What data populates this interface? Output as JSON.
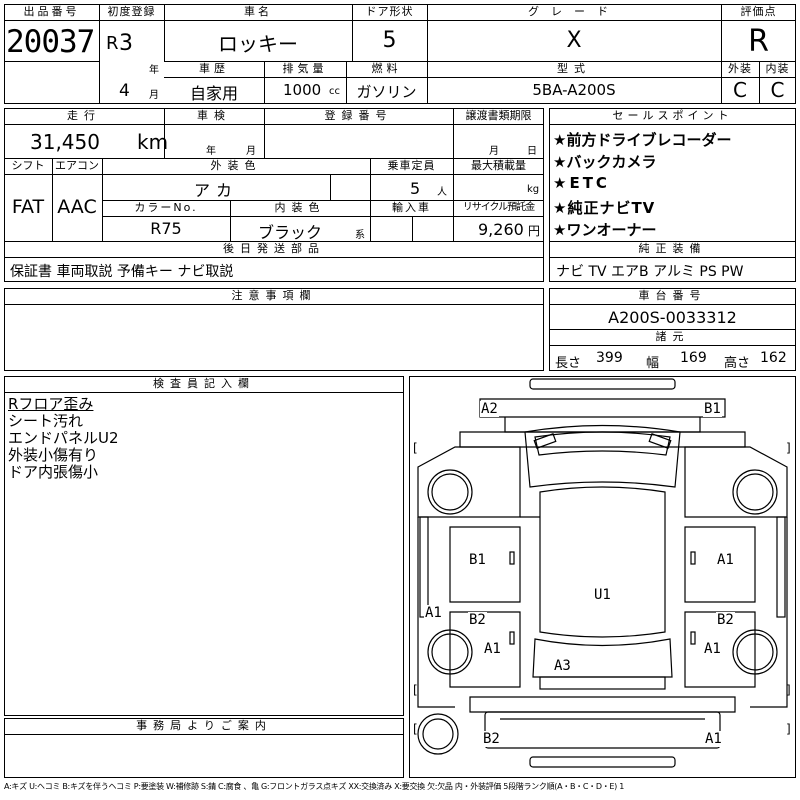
{
  "header": {
    "lot_label": "出品番号",
    "lot_value": "20037",
    "first_reg_label": "初度登録",
    "era": "R",
    "year": "3",
    "year_unit": "年",
    "month": "4",
    "month_unit": "月",
    "car_name_label": "車名",
    "car_name": "ロッキー",
    "door_label": "ドア形状",
    "door": "5",
    "grade_label": "グレード",
    "grade": "X",
    "score_label": "評価点",
    "score": "R",
    "history_label": "車歴",
    "history": "自家用",
    "displacement_label": "排気量",
    "displacement": "1000",
    "displacement_unit": "cc",
    "fuel_label": "燃料",
    "fuel": "ガソリン",
    "model_label": "型式",
    "model": "5BA-A200S",
    "exterior_label": "外装",
    "exterior": "C",
    "interior_label": "内装",
    "interior": "C"
  },
  "row2": {
    "mileage_label": "走行",
    "mileage": "31,450",
    "mileage_unit": "km",
    "inspection_label": "車検",
    "insp_year_unit": "年",
    "insp_month_unit": "月",
    "reg_no_label": "登録番号",
    "transfer_label": "譲渡書類期限",
    "transfer_month_unit": "月",
    "transfer_day_unit": "日",
    "shift_label": "シフト",
    "shift": "FAT",
    "ac_label": "エアコン",
    "ac": "AAC",
    "color_label": "外装色",
    "color": "アカ",
    "capacity_label": "乗車定員",
    "capacity": "5",
    "capacity_unit": "人",
    "max_load_label": "最大積載量",
    "max_load_unit": "kg",
    "color_no_label": "カラーNo.",
    "color_no": "R75",
    "int_color_label": "内装色",
    "int_color": "ブラック",
    "int_color_unit": "系",
    "import_label": "輸入車",
    "recycle_label": "リサイクル預託金",
    "recycle": "9,260",
    "recycle_unit": "円",
    "later_label": "後日発送部品",
    "later": "保証書 車両取説 予備キー ナビ取説"
  },
  "sales": {
    "label": "セールスポイント",
    "points": [
      "★前方ドライブレコーダー",
      "★バックカメラ",
      "★ETC",
      "★純正ナビTV",
      "★ワンオーナー"
    ],
    "equip_label": "純正装備",
    "equip": "ナビ TV エアB アルミ PS PW"
  },
  "notes": {
    "label": "注意事項欄"
  },
  "chassis": {
    "label": "車台番号",
    "value": "A200S-0033312",
    "spec_label": "諸元",
    "length_label": "長さ",
    "length": "399",
    "width_label": "幅",
    "width": "169",
    "height_label": "高さ",
    "height": "162"
  },
  "inspector": {
    "label": "検査員記入欄",
    "lines": [
      "Rフロア歪み",
      "シート汚れ",
      "エンドパネルU2",
      "外装小傷有り",
      "ドア内張傷小"
    ]
  },
  "office": {
    "label": "事務局よりご案内"
  },
  "diagram": {
    "marks": {
      "a2_top": "A2",
      "b1_top": "B1",
      "b1_left": "B1",
      "a1_right": "A1",
      "u1": "U1",
      "a1_left": "A1",
      "b2_left": "B2",
      "b2_right": "B2",
      "a1_left2": "A1",
      "a1_right2": "A1",
      "a3": "A3",
      "b2_bottom": "B2",
      "a1_bottom": "A1"
    },
    "brackets": [
      "[",
      "]",
      "[",
      "]",
      "[",
      "]"
    ]
  },
  "legend": "A:キズ U:ヘコミ B:キズを伴うヘコミ P:要塗装 W:補修跡 S:錆 C:腐食 、亀 G:フロントガラス点キズ XX:交換済み X:要交換 欠:欠品 内・外装評価 5段階ランク順(A・B・C・D・E) 1"
}
